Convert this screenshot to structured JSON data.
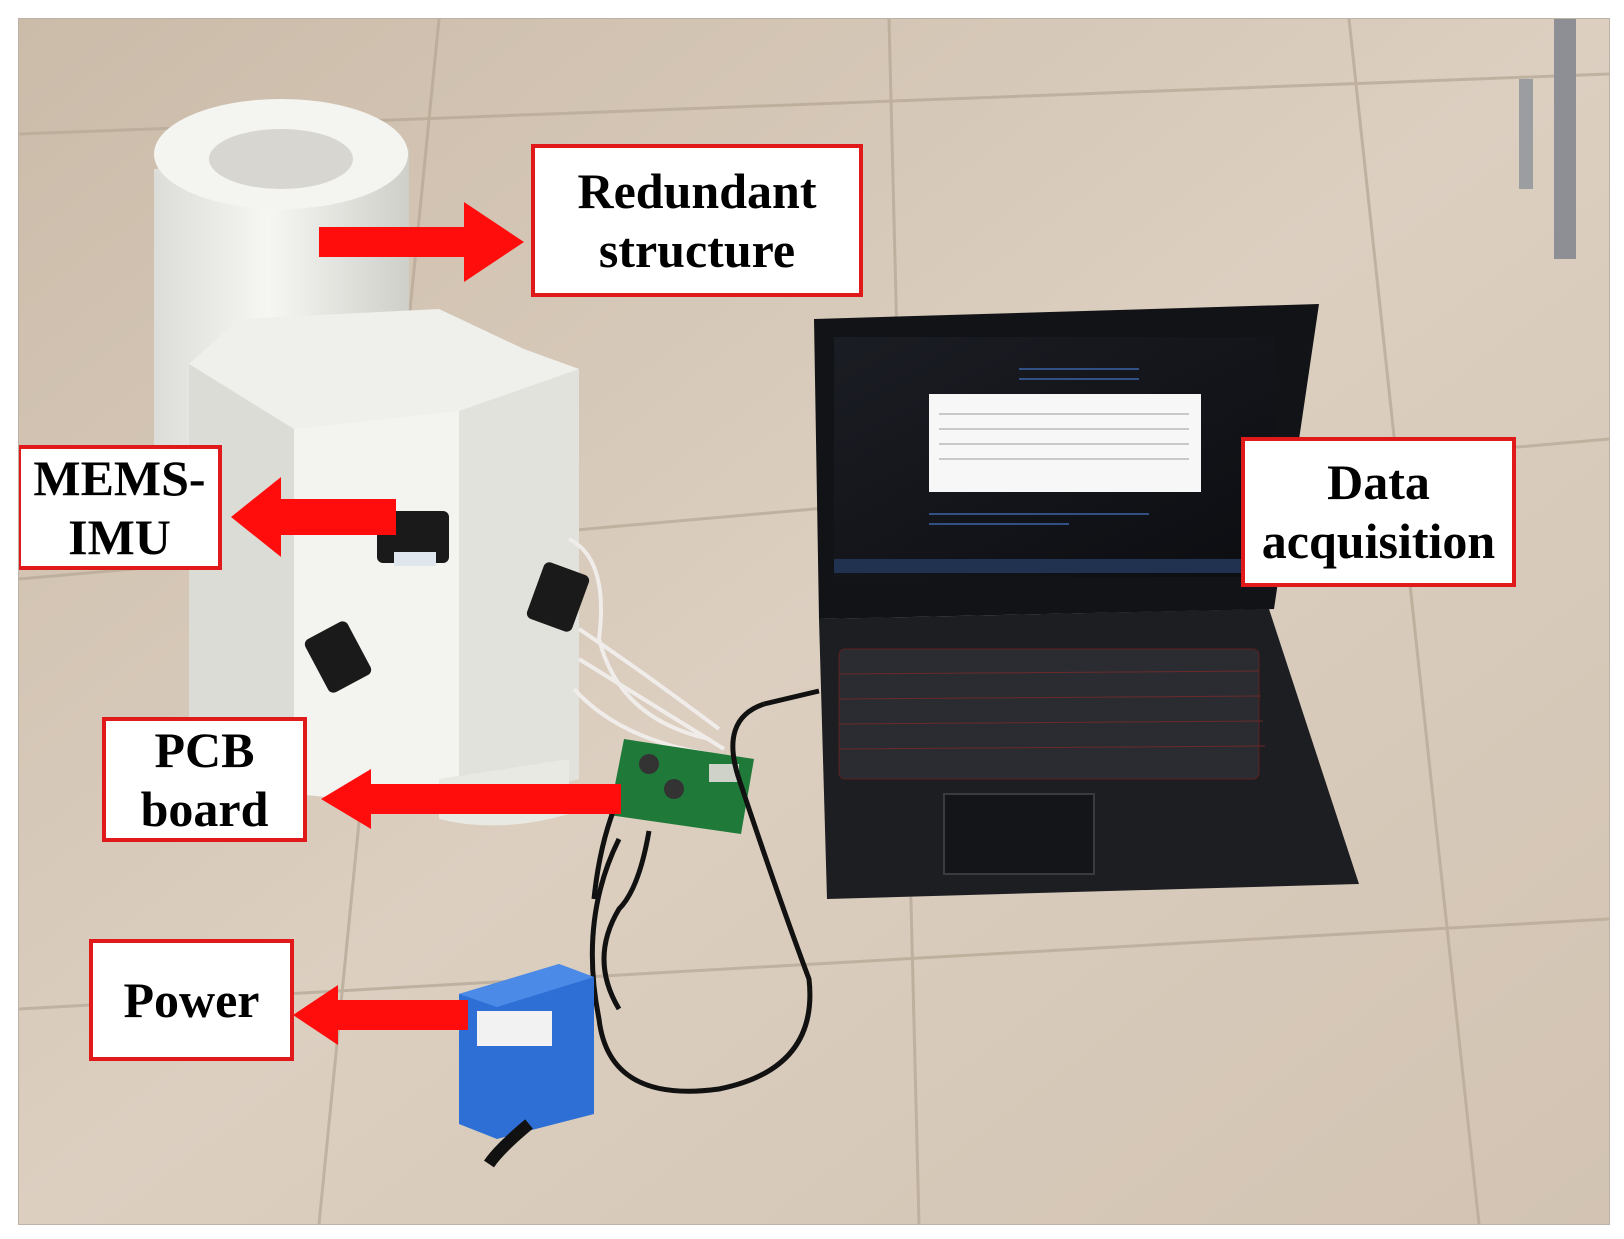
{
  "labels": {
    "redundant": "Redundant\nstructure",
    "mems": "MEMS-\nIMU",
    "data": "Data\nacquisition",
    "pcb": "PCB\nboard",
    "power": "Power"
  },
  "colors": {
    "frame": "#e01a1a",
    "arrow": "#ff0d0d",
    "floor": "#d9ccbd"
  }
}
